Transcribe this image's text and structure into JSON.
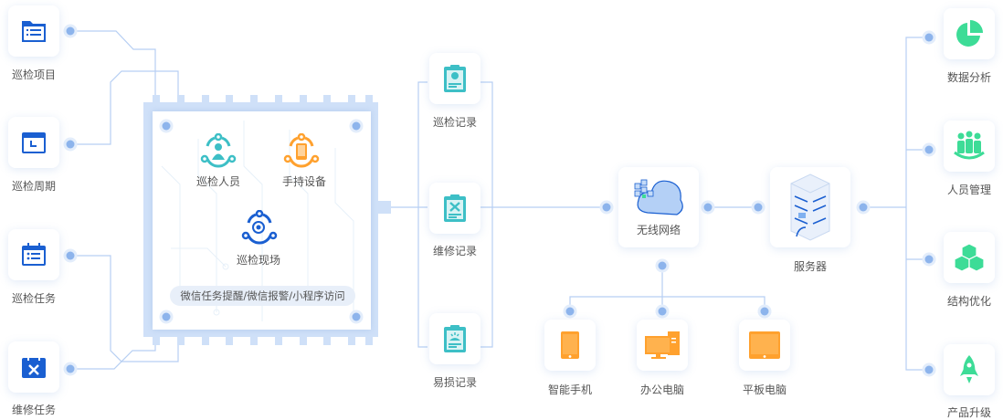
{
  "colors": {
    "line": "#b7cff3",
    "dot": "#8db4ec",
    "blue_icon": "#1a5fd1",
    "teal_icon": "#3dbfc6",
    "orange_icon": "#ffa12e",
    "green_icon": "#3ddc97"
  },
  "left_items": [
    {
      "label": "巡检项目",
      "icon": "folder-list-icon"
    },
    {
      "label": "巡检周期",
      "icon": "calendar-icon"
    },
    {
      "label": "巡检任务",
      "icon": "calendar-list-icon"
    },
    {
      "label": "维修任务",
      "icon": "calendar-tools-icon"
    }
  ],
  "chip": {
    "items": [
      {
        "label": "巡检人员",
        "icon": "worker-cycle-icon"
      },
      {
        "label": "手持设备",
        "icon": "phone-cycle-icon"
      },
      {
        "label": "巡检现场",
        "icon": "location-cycle-icon"
      }
    ],
    "pill": "微信任务提醒/微信报警/小程序访问"
  },
  "records": [
    {
      "label": "巡检记录",
      "icon": "clipboard-location-icon"
    },
    {
      "label": "维修记录",
      "icon": "clipboard-tools-icon"
    },
    {
      "label": "易损记录",
      "icon": "clipboard-alert-icon"
    }
  ],
  "network": {
    "label": "无线网络",
    "icon": "cloud-icon"
  },
  "server": {
    "label": "服务器",
    "icon": "server-icon"
  },
  "devices": [
    {
      "label": "智能手机",
      "icon": "smartphone-icon"
    },
    {
      "label": "办公电脑",
      "icon": "desktop-icon"
    },
    {
      "label": "平板电脑",
      "icon": "tablet-icon"
    }
  ],
  "right_items": [
    {
      "label": "数据分析",
      "icon": "pie-chart-icon"
    },
    {
      "label": "人员管理",
      "icon": "people-icon"
    },
    {
      "label": "结构优化",
      "icon": "cubes-icon"
    },
    {
      "label": "产品升级",
      "icon": "rocket-icon"
    }
  ]
}
